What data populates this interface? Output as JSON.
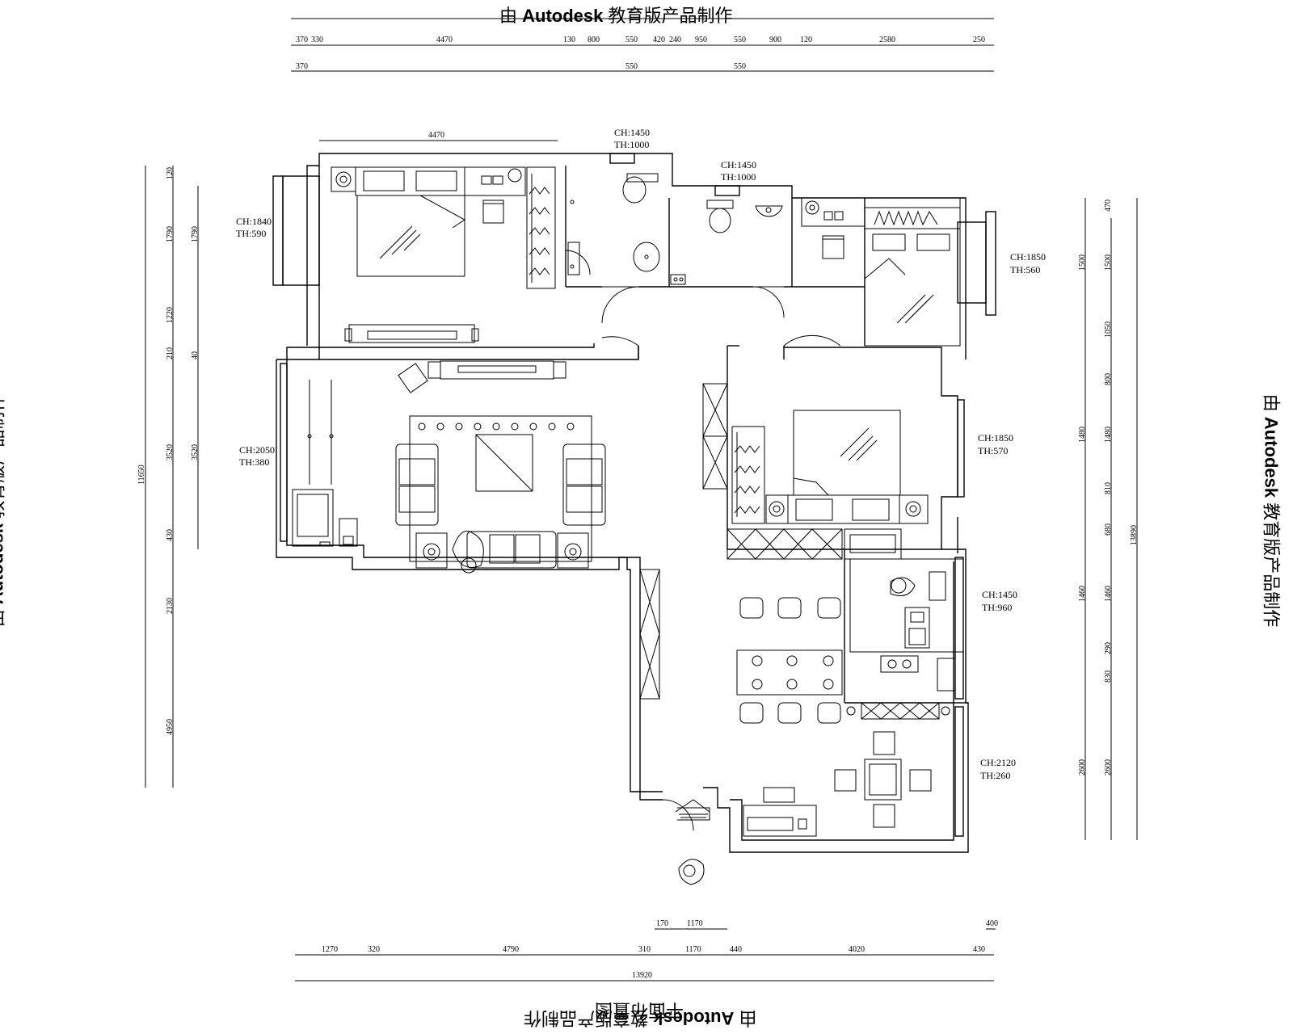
{
  "watermark": {
    "prefix": "由",
    "brand": "Autodesk",
    "suffix": "教育版产品制作"
  },
  "drawing_title": "平面布置图",
  "dims": {
    "top1": [
      "370",
      "330",
      "4470",
      "130",
      "800",
      "550",
      "420",
      "240",
      "950",
      "550",
      "900",
      "120",
      "2580",
      "250"
    ],
    "top2": [
      "370",
      "550",
      "550"
    ],
    "top_room": "4470",
    "bottom1": [
      "1270",
      "320",
      "4790",
      "310",
      "1170",
      "440",
      "4020",
      "430"
    ],
    "bottom2": [
      "170",
      "1170",
      "400"
    ],
    "bottom_total": "13920",
    "left1": [
      "120",
      "1790",
      "1220",
      "210",
      "3520",
      "430",
      "2130",
      "4950"
    ],
    "left2": [
      "1790",
      "40",
      "3520"
    ],
    "left_total": "11650",
    "right1": [
      "470",
      "1500",
      "1050",
      "800",
      "1480",
      "810",
      "680",
      "1460",
      "290",
      "830",
      "2600"
    ],
    "right2": [
      "1500",
      "1480",
      "1460",
      "2600"
    ],
    "right_total": "13890"
  },
  "windows": [
    {
      "c": "CH:1450",
      "t": "TH:1000"
    },
    {
      "c": "CH:1450",
      "t": "TH:1000"
    },
    {
      "c": "CH:1840",
      "t": "TH:590"
    },
    {
      "c": "CH:1850",
      "t": "TH:560"
    },
    {
      "c": "CH:2050",
      "t": "TH:380"
    },
    {
      "c": "CH:1850",
      "t": "TH:570"
    },
    {
      "c": "CH:1450",
      "t": "TH:960"
    },
    {
      "c": "CH:2120",
      "t": "TH:260"
    }
  ]
}
